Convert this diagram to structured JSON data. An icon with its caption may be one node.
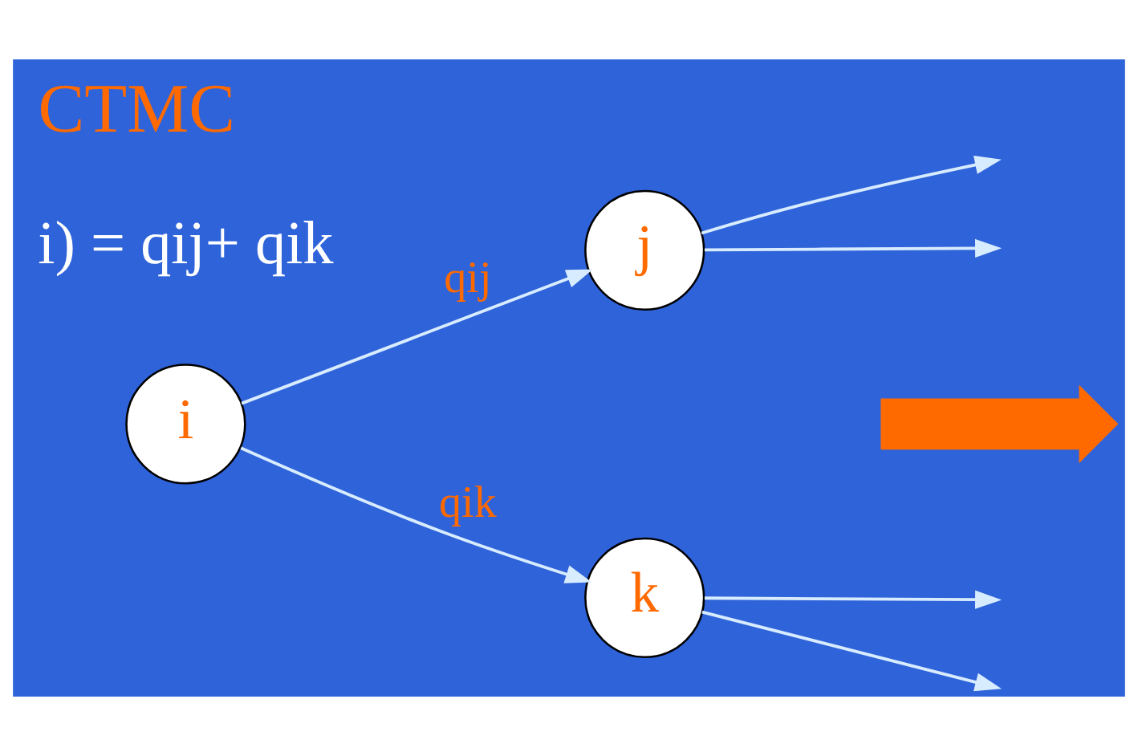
{
  "diagram": {
    "title": "CTMC",
    "nodes": [
      {
        "text": [
          "i"
        ]
      },
      {
        "text": [
          "j"
        ]
      },
      {
        "text": [
          "k"
        ]
      },
      {
        "text": [],
        "shape": "arrow"
      }
    ],
    "edges": [
      {
        "from": 0,
        "to": 1,
        "label": "qij",
        "arrow": "to"
      },
      {
        "from": 0,
        "to": 2,
        "label": "qik",
        "arrow": "to"
      },
      {
        "from": 1,
        "to": null,
        "arrow": "to"
      },
      {
        "from": 1,
        "to": null,
        "arrow": "to"
      },
      {
        "from": 2,
        "to": null,
        "arrow": "to"
      },
      {
        "from": 2,
        "to": null,
        "arrow": "to"
      }
    ],
    "labels": [
      "i) = qij+ qik"
    ]
  }
}
